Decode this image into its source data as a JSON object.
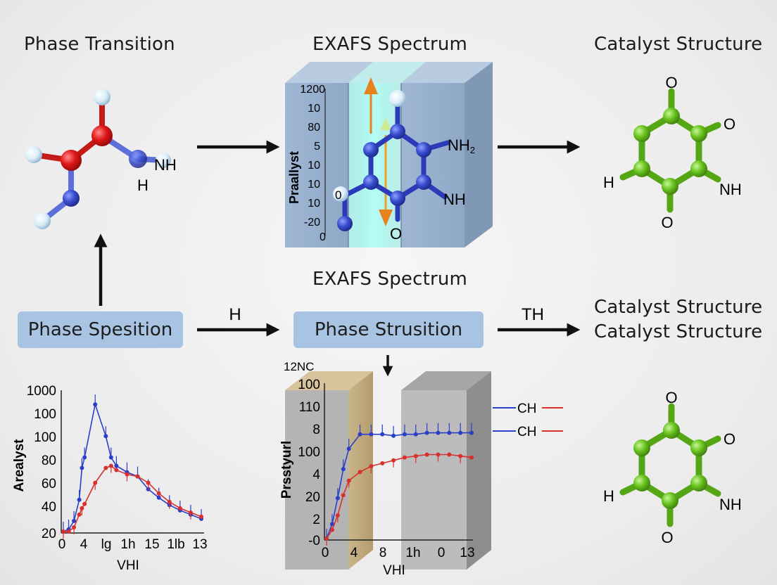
{
  "titles": {
    "phase_transition": "Phase Transition",
    "exafs_top": "EXAFS Spectrum",
    "catalyst_top": "Catalyst Structure",
    "exafs_mid": "EXAFS Spectrum",
    "catalyst_mid_1": "Catalyst Structure",
    "catalyst_mid_2": "Catalyst Structure"
  },
  "boxes": {
    "phase_spesition": "Phase Spesition",
    "phase_strusition": "Phase Strusition"
  },
  "arrow_labels": {
    "left": "H",
    "right": "TH"
  },
  "molecule1_labels": {
    "nh": "NH",
    "h": "H"
  },
  "spectrum_panel": {
    "ylabel": "Praallyst",
    "yticks": [
      "1200",
      "10",
      "80",
      "5",
      "10",
      "10",
      "10",
      "-20"
    ],
    "mol_labels": {
      "nh2": "NH",
      "nh2_sub": "2",
      "nh": "NH",
      "o": "O",
      "zero": "0",
      "zero2": "0"
    }
  },
  "catalyst_labels": {
    "top": {
      "o_top": "O",
      "o_right": "O",
      "h": "H",
      "nh": "NH",
      "o_bottom": "O"
    },
    "bottom": {
      "o_top": "O",
      "o_right": "O",
      "h": "H",
      "nh": "NH",
      "o_bottom": "O"
    }
  },
  "colors": {
    "series_blue": "#2a3ec8",
    "series_red": "#d8302c",
    "pill": "#a9c4e2",
    "molecule_green": "#69c41e",
    "molecule_blue": "#3a4fd0",
    "molecule_red": "#e01818"
  },
  "chart_data": [
    {
      "type": "line",
      "title": "",
      "xlabel": "VHI",
      "ylabel": "Arealyst",
      "x_tick_labels": [
        "0",
        "4",
        "lg",
        "1h",
        "15",
        "1lb",
        "13"
      ],
      "y_tick_labels": [
        "1000",
        "100",
        "100",
        "80",
        "60",
        "40",
        "20"
      ],
      "x": [
        0,
        1,
        2,
        3,
        3.5,
        4,
        6,
        8,
        9,
        10,
        12,
        14,
        16,
        18,
        20,
        22,
        24,
        26
      ],
      "series": [
        {
          "name": "",
          "color": "#2a3ec8",
          "values": [
            20,
            22,
            30,
            50,
            80,
            90,
            140,
            110,
            90,
            82,
            76,
            72,
            60,
            52,
            45,
            40,
            36,
            32
          ]
        },
        {
          "name": "",
          "color": "#d8302c",
          "values": [
            20,
            20,
            24,
            36,
            42,
            46,
            66,
            80,
            82,
            78,
            74,
            72,
            66,
            56,
            48,
            42,
            38,
            34
          ]
        }
      ]
    },
    {
      "type": "line",
      "title": "",
      "xlabel": "VHI",
      "ylabel": "Prsstyurl",
      "corner_label": "12NC",
      "x_tick_labels": [
        "0",
        "4",
        "8",
        "1h",
        "0",
        "13"
      ],
      "y_tick_labels": [
        "100",
        "110",
        "8",
        "100",
        "4",
        "20",
        "2",
        "-0"
      ],
      "legend": [
        "CH",
        "CH"
      ],
      "x": [
        0,
        1,
        2,
        3,
        4,
        6,
        8,
        10,
        12,
        14,
        16,
        18,
        20,
        22,
        24,
        26
      ],
      "series": [
        {
          "name": "CH",
          "color": "#2a3ec8",
          "values": [
            0,
            10,
            28,
            48,
            62,
            72,
            72,
            72,
            71,
            72,
            72,
            73,
            73,
            73,
            73,
            73
          ]
        },
        {
          "name": "CH",
          "color": "#d8302c",
          "values": [
            0,
            6,
            16,
            30,
            40,
            46,
            50,
            52,
            54,
            56,
            57,
            58,
            58,
            58,
            57,
            56
          ]
        }
      ]
    }
  ]
}
